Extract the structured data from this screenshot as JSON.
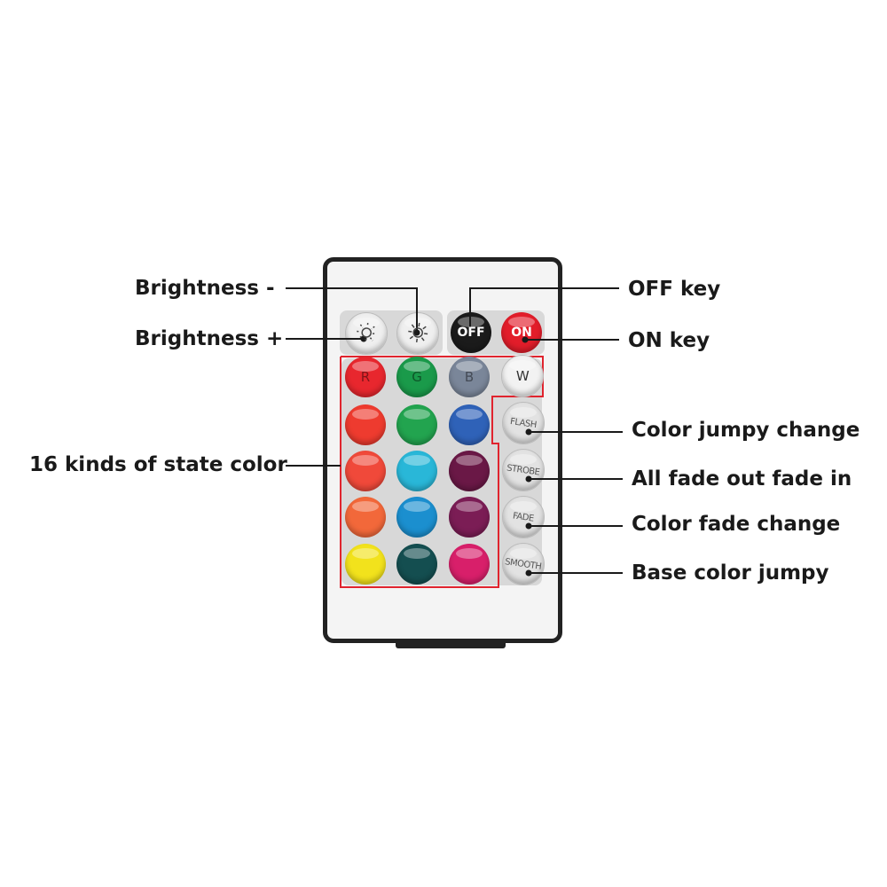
{
  "labels": {
    "brightness_minus": "Brightness -",
    "brightness_plus": "Brightness +",
    "off_key": "OFF key",
    "on_key": "ON key",
    "state_color": "16 kinds of state color",
    "flash_desc": "Color jumpy change",
    "strobe_desc": "All fade out fade in",
    "fade_desc": "Color fade change",
    "smooth_desc": "Base color jumpy"
  },
  "buttons": {
    "off": "OFF",
    "on": "ON",
    "r": "R",
    "g": "G",
    "b": "B",
    "w": "W",
    "flash": "FLASH",
    "strobe": "STROBE",
    "fade": "FADE",
    "smooth": "SMOOTH"
  },
  "colors": {
    "red": "#e8272e",
    "green": "#1a9a4a",
    "blue": "#2f62b8",
    "white": "#f0f0f0",
    "off_black": "#1b1b1b",
    "on_red": "#e21d2a",
    "highlight_frame": "#e0242e",
    "grid": [
      [
        "#e8272e",
        "#1a9a4a",
        "#7a8699"
      ],
      [
        "#ee3b2f",
        "#22a44f",
        "#2f62b8"
      ],
      [
        "#f0493a",
        "#29b7d8",
        "#6a1846"
      ],
      [
        "#f2683a",
        "#1b8fcf",
        "#7b1d55"
      ],
      [
        "#f2e21c",
        "#144e50",
        "#d81f6a"
      ]
    ]
  },
  "icons": {
    "brightness_down": "sun-dim-icon",
    "brightness_up": "sun-bright-icon"
  }
}
